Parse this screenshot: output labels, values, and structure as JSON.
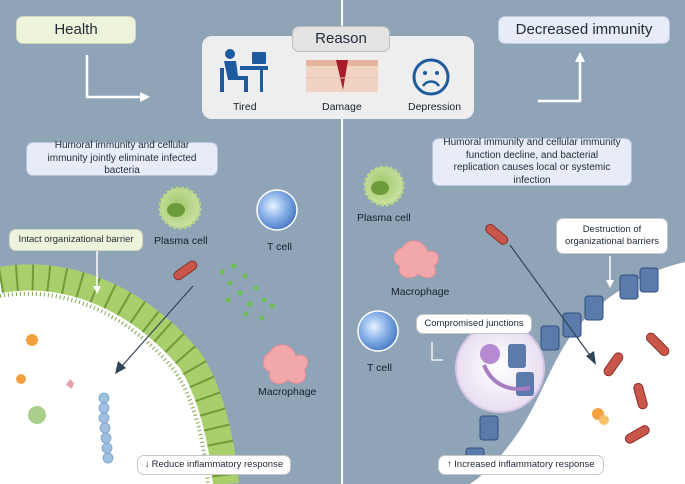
{
  "left_panel": {
    "title": "Health",
    "mechanism": "Humoral immunity and cellular immunity jointly eliminate infected bacteria",
    "barrier_label": "Intact organizational barrier",
    "outcome": "Reduce inflammatory response",
    "outcome_arrow": "down",
    "cells": {
      "plasma": "Plasma cell",
      "t_cell": "T cell",
      "macrophage": "Macrophage"
    }
  },
  "reason_panel": {
    "title": "Reason",
    "items": [
      {
        "label": "Tired",
        "icon": "person-at-desk-icon"
      },
      {
        "label": "Damage",
        "icon": "damaged-tissue-icon"
      },
      {
        "label": "Depression",
        "icon": "sad-face-icon"
      }
    ]
  },
  "right_panel": {
    "title": "Decreased immunity",
    "mechanism": "Humoral immunity and cellular immunity function decline, and bacterial replication causes local or systemic infection",
    "barrier_label": "Destruction of organizational barriers",
    "junction_label": "Compromised junctions",
    "outcome": "Increased inflammatory response",
    "outcome_arrow": "up",
    "cells": {
      "plasma": "Plasma cell",
      "macrophage": "Macrophage",
      "t_cell": "T cell"
    }
  },
  "colors": {
    "background": "#8fa4b6",
    "tissue_white": "#ffffff",
    "epithelium_green": "#9cc45f",
    "epithelium_blue": "#4d6f9e",
    "bacteria": "#c4574a",
    "title_box": "#eef3dc",
    "mechanism_box": "#e7ecf8"
  }
}
